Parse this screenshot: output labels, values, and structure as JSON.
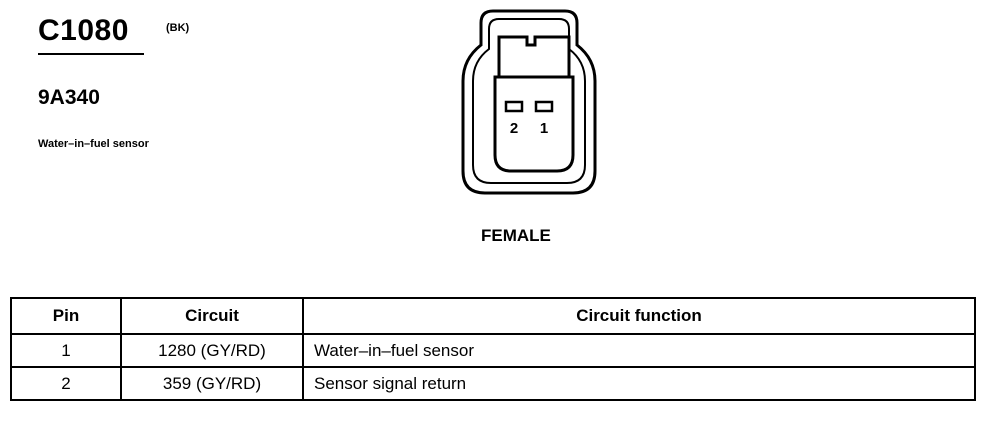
{
  "connector": {
    "id": "C1080",
    "color_code": "(BK)",
    "part_number": "9A340",
    "description": "Water–in–fuel sensor",
    "gender": "FEMALE"
  },
  "diagram": {
    "pin_labels": [
      "2",
      "1"
    ]
  },
  "table": {
    "headers": {
      "pin": "Pin",
      "circuit": "Circuit",
      "function": "Circuit function"
    },
    "rows": [
      {
        "pin": "1",
        "circuit": "1280 (GY/RD)",
        "function": "Water–in–fuel sensor"
      },
      {
        "pin": "2",
        "circuit": "359 (GY/RD)",
        "function": "Sensor signal return"
      }
    ]
  }
}
